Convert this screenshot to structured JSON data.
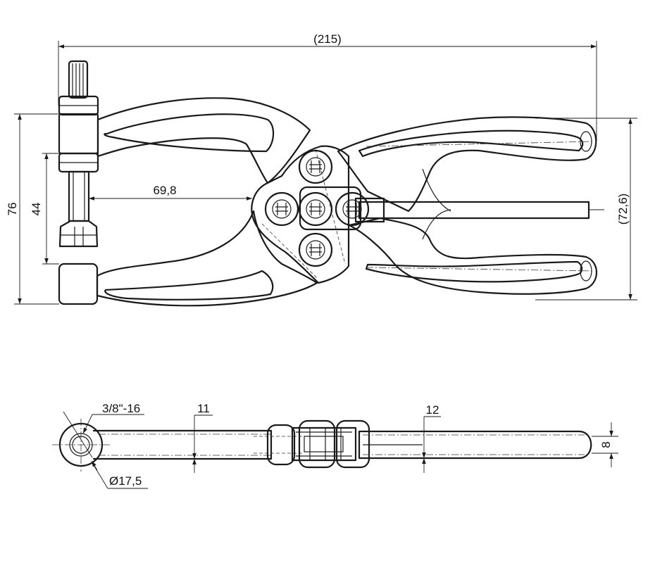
{
  "dimensions": {
    "overall_length": "(215)",
    "overall_height_right": "(72,6)",
    "height_left": "76",
    "jaw_opening": "44",
    "throat_depth": "69,8",
    "thread": "3/8\"-16",
    "eye_diameter": "Ø17,5",
    "arm_thickness": "11",
    "handle_thickness": "12",
    "handle_width": "8"
  }
}
